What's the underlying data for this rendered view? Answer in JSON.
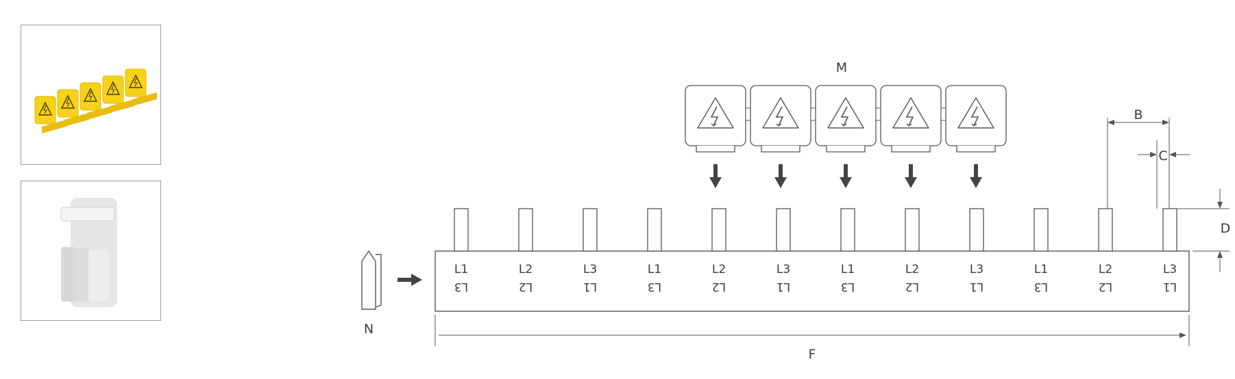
{
  "thumbnails": [
    {
      "name": "yellow-shroud-strip",
      "color": "#f6d21a",
      "icon": "warning-triangle-icon"
    },
    {
      "name": "grey-end-cap",
      "color": "#e3e3e3"
    }
  ],
  "labels": {
    "M": "M",
    "B": "B",
    "C": "C",
    "D": "D",
    "F": "F",
    "N": "N"
  },
  "busbar": {
    "phases": [
      "L1",
      "L2",
      "L3",
      "L1",
      "L2",
      "L3",
      "L1",
      "L2",
      "L3",
      "L1",
      "L2",
      "L3"
    ],
    "phases_flipped": [
      "L3",
      "L2",
      "L1",
      "L3",
      "L2",
      "L1",
      "L3",
      "L2",
      "L1",
      "L3",
      "L2",
      "L1"
    ]
  },
  "shrouds": {
    "count": 5,
    "icon": "lightning-warning-icon"
  },
  "colors": {
    "line": "#555555",
    "arrow": "#444444",
    "shroud_yellow": "#f6d21a"
  }
}
